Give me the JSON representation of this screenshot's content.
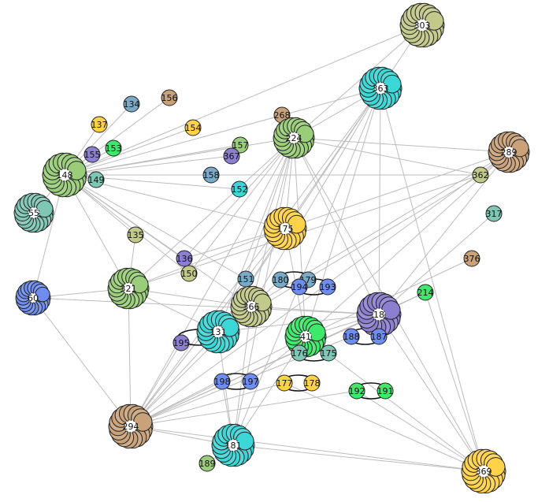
{
  "palette": {
    "green": "#9acd7a",
    "teal": "#7fc6b4",
    "olive": "#c2c98a",
    "tan": "#c9a27a",
    "cyan": "#3cd6d6",
    "yellow": "#ffd24a",
    "blue": "#6f8df0",
    "purple": "#8c7fd0",
    "bright": "#3ee86a",
    "slate": "#7aaac8"
  },
  "nodes": [
    {
      "id": "148",
      "label": "148",
      "color": "green",
      "ring": true
    },
    {
      "id": "149",
      "label": "149",
      "color": "teal"
    },
    {
      "id": "155",
      "label": "155",
      "color": "purple"
    },
    {
      "id": "153",
      "label": "153",
      "color": "bright"
    },
    {
      "id": "137",
      "label": "137",
      "color": "yellow"
    },
    {
      "id": "134",
      "label": "134",
      "color": "slate"
    },
    {
      "id": "156",
      "label": "156",
      "color": "tan"
    },
    {
      "id": "154",
      "label": "154",
      "color": "yellow"
    },
    {
      "id": "157",
      "label": "157",
      "color": "green"
    },
    {
      "id": "367",
      "label": "367",
      "color": "purple"
    },
    {
      "id": "158",
      "label": "158",
      "color": "slate"
    },
    {
      "id": "152",
      "label": "152",
      "color": "cyan"
    },
    {
      "id": "135",
      "label": "135",
      "color": "olive"
    },
    {
      "id": "136",
      "label": "136",
      "color": "purple"
    },
    {
      "id": "150",
      "label": "150",
      "color": "olive"
    },
    {
      "id": "151",
      "label": "151",
      "color": "slate"
    },
    {
      "id": "268",
      "label": "268",
      "color": "tan"
    },
    {
      "id": "224",
      "label": "224",
      "color": "green",
      "ring": true
    },
    {
      "id": "303",
      "label": "303",
      "color": "olive",
      "ring": true
    },
    {
      "id": "363",
      "label": "363",
      "color": "cyan",
      "ring": true
    },
    {
      "id": "289",
      "label": "289",
      "color": "tan",
      "ring": true
    },
    {
      "id": "362",
      "label": "362",
      "color": "olive"
    },
    {
      "id": "317",
      "label": "317",
      "color": "teal"
    },
    {
      "id": "376",
      "label": "376",
      "color": "tan"
    },
    {
      "id": "175",
      "label": "175",
      "color": "yellow",
      "ring": true
    },
    {
      "id": "55",
      "label": "55",
      "color": "teal",
      "ring": true
    },
    {
      "id": "60",
      "label": "60",
      "color": "blue",
      "ring": true
    },
    {
      "id": "321",
      "label": "321",
      "color": "green",
      "ring": true
    },
    {
      "id": "366",
      "label": "366",
      "color": "olive",
      "ring": true
    },
    {
      "id": "131",
      "label": "131",
      "color": "cyan",
      "ring": true
    },
    {
      "id": "195",
      "label": "195",
      "color": "purple"
    },
    {
      "id": "180",
      "label": "180",
      "color": "slate"
    },
    {
      "id": "179",
      "label": "179",
      "color": "slate"
    },
    {
      "id": "194",
      "label": "194",
      "color": "blue"
    },
    {
      "id": "193",
      "label": "193",
      "color": "blue"
    },
    {
      "id": "41",
      "label": "41",
      "color": "bright",
      "ring": true
    },
    {
      "id": "176",
      "label": "176",
      "color": "teal"
    },
    {
      "id": "175b",
      "label": "175",
      "color": "teal"
    },
    {
      "id": "18",
      "label": "18",
      "color": "purple",
      "ring": true
    },
    {
      "id": "188",
      "label": "188",
      "color": "blue"
    },
    {
      "id": "187",
      "label": "187",
      "color": "blue"
    },
    {
      "id": "214",
      "label": "214",
      "color": "bright"
    },
    {
      "id": "198",
      "label": "198",
      "color": "blue"
    },
    {
      "id": "197",
      "label": "197",
      "color": "blue"
    },
    {
      "id": "177",
      "label": "177",
      "color": "yellow"
    },
    {
      "id": "178",
      "label": "178",
      "color": "yellow"
    },
    {
      "id": "192",
      "label": "192",
      "color": "bright"
    },
    {
      "id": "191",
      "label": "191",
      "color": "bright"
    },
    {
      "id": "294",
      "label": "294",
      "color": "tan",
      "ring": true
    },
    {
      "id": "181",
      "label": "181",
      "color": "cyan",
      "ring": true
    },
    {
      "id": "189",
      "label": "189",
      "color": "green"
    },
    {
      "id": "369",
      "label": "369",
      "color": "yellow",
      "ring": true
    }
  ]
}
